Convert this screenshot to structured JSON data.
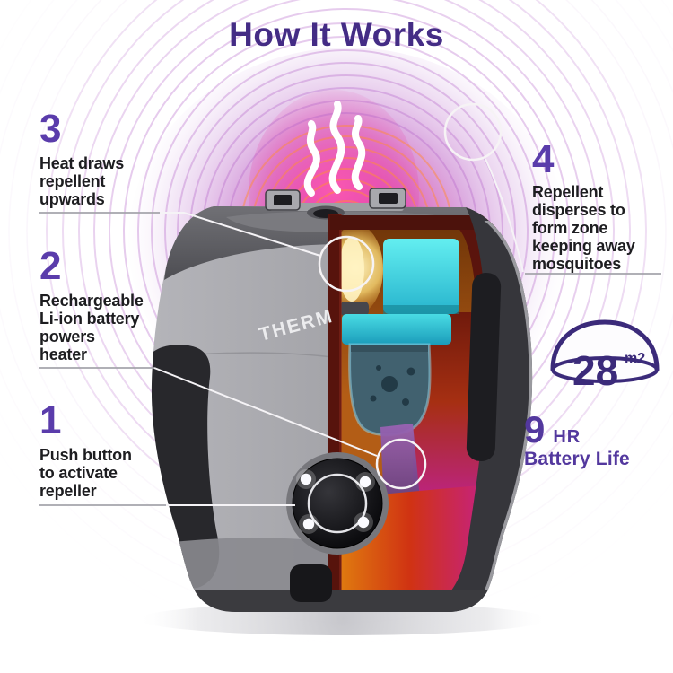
{
  "title": "How It Works",
  "steps": {
    "s1": {
      "number": "1",
      "text": "Push button\nto activate\nrepeller"
    },
    "s2": {
      "number": "2",
      "text": "Rechargeable\nLi-ion battery\npowers\nheater"
    },
    "s3": {
      "number": "3",
      "text": "Heat draws\nrepellent\nupwards"
    },
    "s4": {
      "number": "4",
      "text": "Repellent\ndisperses to\nform zone\nkeeping away\nmosquitoes"
    }
  },
  "badges": {
    "coverage": {
      "value": "28",
      "unit": "m2"
    },
    "battery": {
      "value": "9",
      "unit": "HR",
      "label": "Battery Life"
    }
  },
  "device": {
    "brand_text": "THERM"
  },
  "icons": [
    "heat-waves-icon",
    "coverage-dome-icon",
    "callout-circle-icon"
  ],
  "colors": {
    "title_purple": "#442c85",
    "number_purple": "#5a3cab",
    "battery_purple": "#53389e",
    "badge_purple": "#3b2a7a",
    "glow_magenta": "#d83aa4",
    "ring_orange": "#ff8a3f",
    "ring_purple": "#b263c8",
    "text_black": "#1d1d20"
  }
}
